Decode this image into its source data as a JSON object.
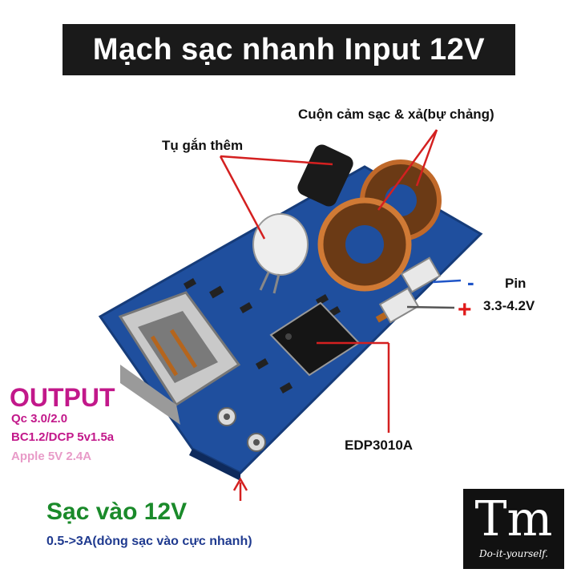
{
  "title": "Mạch sạc nhanh Input 12V",
  "labels": {
    "coil": "Cuộn cảm sạc & xả(bự chảng)",
    "capacitor": "Tụ gắn thêm",
    "battery": "Pin",
    "battery_range": "3.3-4.2V",
    "minus": "-",
    "plus": "+",
    "chip": "EDP3010A"
  },
  "output": {
    "title": "OUTPUT",
    "lines": [
      "Qc 3.0/2.0",
      "BC1.2/DCP 5v1.5a",
      "Apple 5V 2.4A"
    ]
  },
  "charge": {
    "title": "Sạc vào 12V",
    "subtitle": "0.5->3A(dòng sạc vào cực nhanh)"
  },
  "logo": {
    "mark": "Tm",
    "tagline": "Do-it-yourself."
  },
  "colors": {
    "output": "#c2188a",
    "output_light": "#e89bc8",
    "charge_title": "#1a8a2a",
    "charge_subtitle": "#1f3a8f",
    "pointer": "#d42020",
    "pcb": "#1f4f9e"
  }
}
